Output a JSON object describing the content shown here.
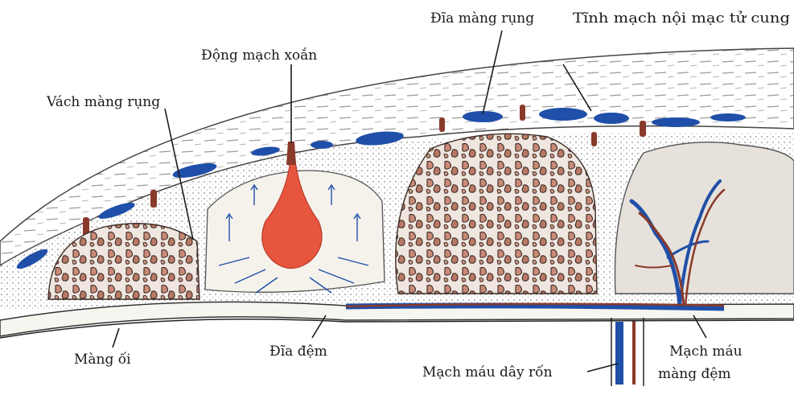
{
  "labels": {
    "spiral_artery": "Động mạch xoắn",
    "decidual_plate": "Đĩa màng rụng",
    "endometrial_vein": "Tĩnh mạch nội mạc tử cung",
    "decidual_septum": "Vách màng rụng",
    "amnion": "Màng ối",
    "chorionic_plate": "Đĩa đệm",
    "umbilical_vessels": "Mạch máu dây rốn",
    "chorionic_vessels_line1": "Mạch máu",
    "chorionic_vessels_line2": "màng đệm"
  },
  "colors": {
    "vein": "#1f4fa8",
    "artery_blood": "#e8553f",
    "artery_vessel": "#8a3a2a",
    "villi_fill": "#c98a78",
    "tissue": "#f2efe8"
  }
}
